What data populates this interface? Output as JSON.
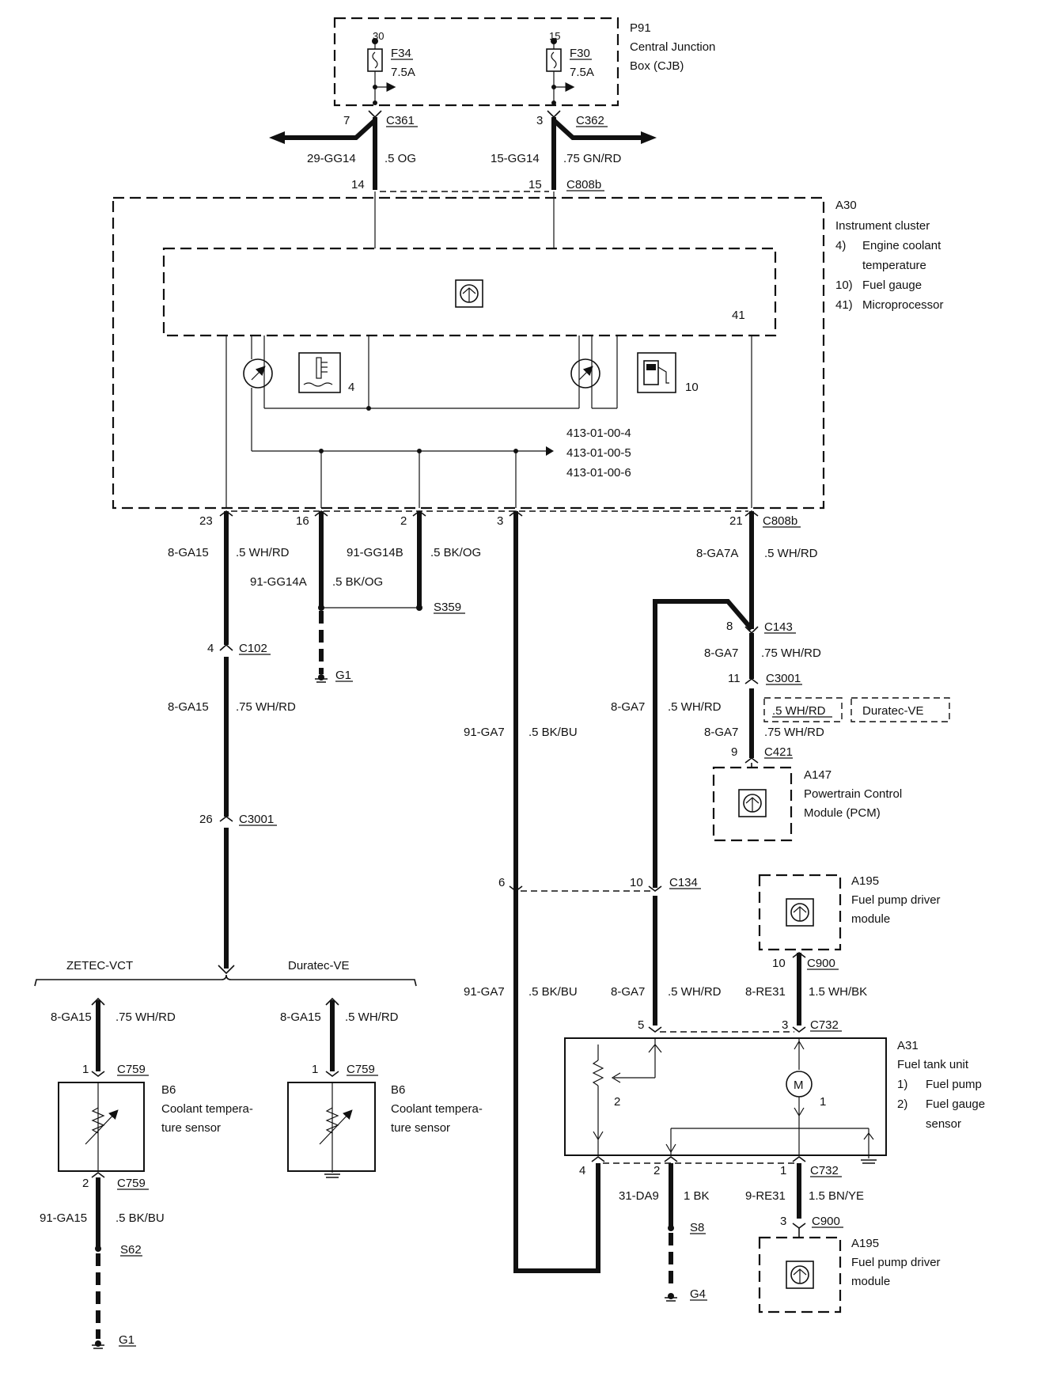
{
  "cjb": {
    "ref": "P91",
    "name_line1": "Central Junction",
    "name_line2": "Box (CJB)"
  },
  "fuses": [
    {
      "feed": "30",
      "id": "F34",
      "rating": "7.5A"
    },
    {
      "feed": "15",
      "id": "F30",
      "rating": "7.5A"
    }
  ],
  "c361": {
    "pin": "7",
    "id": "C361"
  },
  "c362": {
    "pin": "3",
    "id": "C362"
  },
  "wires_top": [
    {
      "circuit": "29-GG14",
      "spec": ".5 OG"
    },
    {
      "circuit": "15-GG14",
      "spec": ".75 GN/RD"
    }
  ],
  "c808b_top": {
    "pin_left": "14",
    "pin_right": "15",
    "id": "C808b"
  },
  "cluster": {
    "ref": "A30",
    "name": "Instrument cluster",
    "legend": [
      {
        "n": "4)",
        "text_line1": "Engine coolant",
        "text_line2": "temperature"
      },
      {
        "n": "10)",
        "text_line1": "Fuel gauge",
        "text_line2": ""
      },
      {
        "n": "41)",
        "text_line1": "Microprocessor",
        "text_line2": ""
      }
    ],
    "label_41": "41",
    "label_4": "4",
    "label_10": "10",
    "refs": [
      "413-01-00-4",
      "413-01-00-5",
      "413-01-00-6"
    ]
  },
  "bottom_pins": {
    "p23": "23",
    "p16": "16",
    "p2": "2",
    "p3": "3",
    "p21": "21",
    "conn": "C808b"
  },
  "w_23": {
    "circuit": "8-GA15",
    "spec": ".5 WH/RD"
  },
  "w_16": {
    "circuit": "91-GG14A",
    "spec": ".5 BK/OG"
  },
  "w_2": {
    "circuit": "91-GG14B",
    "spec": ".5 BK/OG"
  },
  "w_21": {
    "circuit": "8-GA7A",
    "spec": ".5 WH/RD"
  },
  "s359": "S359",
  "g1_top": "G1",
  "c102": {
    "pin": "4",
    "id": "C102"
  },
  "w_c102": {
    "circuit": "8-GA15",
    "spec": ".75 WH/RD"
  },
  "w_3": {
    "circuit": "91-GA7",
    "spec": ".5 BK/BU"
  },
  "c143": {
    "pin": "8",
    "id": "C143"
  },
  "w_c143": {
    "circuit": "8-GA7",
    "spec": ".75 WH/RD"
  },
  "c3001_r": {
    "pin": "11",
    "id": "C3001"
  },
  "variant_box": {
    "spec": ".5 WH/RD",
    "engine": "Duratec-VE"
  },
  "w_pcm_l": {
    "circuit": "8-GA7",
    "spec": ".5 WH/RD"
  },
  "w_pcm_r": {
    "circuit": "8-GA7",
    "spec": ".75 WH/RD"
  },
  "c421": {
    "pin": "9",
    "id": "C421"
  },
  "pcm": {
    "ref": "A147",
    "line1": "Powertrain Control",
    "line2": "Module (PCM)"
  },
  "c3001_l": {
    "pin": "26",
    "id": "C3001"
  },
  "c134": {
    "pin_left": "6",
    "pin_right": "10",
    "id": "C134"
  },
  "fpdm_top": {
    "ref": "A195",
    "line1": "Fuel pump driver",
    "line2": "module"
  },
  "c900_top": {
    "pin": "10",
    "id": "C900"
  },
  "variants": {
    "left": "ZETEC-VCT",
    "right": "Duratec-VE"
  },
  "sensor_left": {
    "wire": {
      "circuit": "8-GA15",
      "spec": ".75 WH/RD"
    },
    "c759a": {
      "pin": "1",
      "id": "C759"
    },
    "ref": "B6",
    "line1": "Coolant tempera-",
    "line2": "ture sensor",
    "c759b": {
      "pin": "2",
      "id": "C759"
    },
    "wire2": {
      "circuit": "91-GA15",
      "spec": ".5 BK/BU"
    },
    "splice": "S62",
    "ground": "G1"
  },
  "sensor_right": {
    "wire": {
      "circuit": "8-GA15",
      "spec": ".5 WH/RD"
    },
    "c759": {
      "pin": "1",
      "id": "C759"
    },
    "ref": "B6",
    "line1": "Coolant tempera-",
    "line2": "ture sensor"
  },
  "w_lower_3": {
    "circuit": "91-GA7",
    "spec": ".5 BK/BU"
  },
  "w_lower_7": {
    "circuit": "8-GA7",
    "spec": ".5 WH/RD"
  },
  "w_lower_re": {
    "circuit": "8-RE31",
    "spec": "1.5 WH/BK"
  },
  "c732_top": {
    "pin_left": "5",
    "pin_right": "3",
    "id": "C732"
  },
  "tank": {
    "ref": "A31",
    "name": "Fuel tank unit",
    "legend": [
      {
        "n": "1)",
        "text_line1": "Fuel pump",
        "text_line2": ""
      },
      {
        "n": "2)",
        "text_line1": "Fuel gauge",
        "text_line2": "sensor"
      }
    ],
    "label_1": "1",
    "label_2": "2",
    "motor": "M"
  },
  "c732_bot": {
    "p4": "4",
    "p2": "2",
    "p1": "1",
    "id": "C732"
  },
  "w_bot_da": {
    "circuit": "31-DA9",
    "spec": "1 BK"
  },
  "w_bot_re": {
    "circuit": "9-RE31",
    "spec": "1.5 BN/YE"
  },
  "s8": "S8",
  "g4": "G4",
  "c900_bot": {
    "pin": "3",
    "id": "C900"
  },
  "fpdm_bot": {
    "ref": "A195",
    "line1": "Fuel pump driver",
    "line2": "module"
  },
  "colors": {
    "ink": "#111111",
    "paper": "#ffffff"
  }
}
